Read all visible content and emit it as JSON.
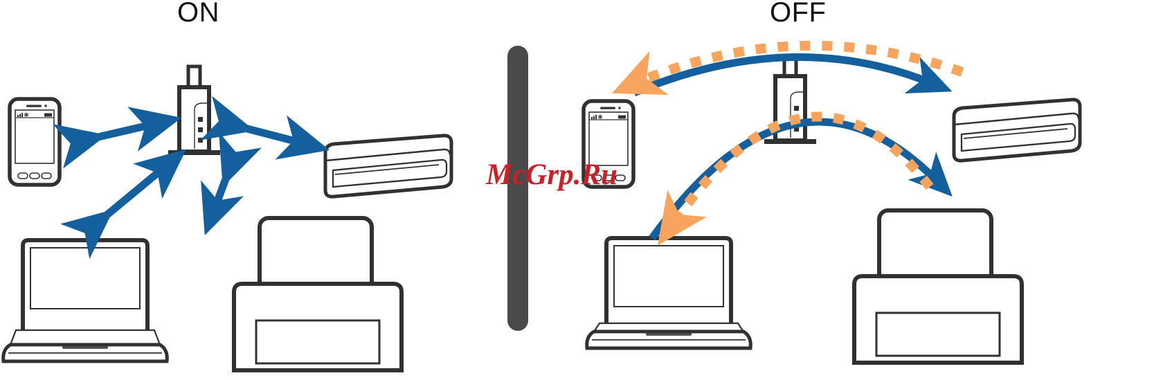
{
  "diagram": {
    "title_left": "ON",
    "title_right": "OFF",
    "watermark": "McGrp.Ru",
    "colors": {
      "arrow_blue": "#14609f",
      "arrow_orange": "#f9a45c",
      "device_outline": "#2f3133",
      "divider_gray": "#4a4a4a",
      "watermark_red": "#cc2026",
      "label_black": "#111111",
      "background": "#ffffff"
    },
    "panels": [
      {
        "id": "panel-on",
        "label": "ON",
        "connection_style": "bidirectional-straight-arrows-through-router",
        "devices": [
          {
            "name": "smartphone",
            "label": "smartphone"
          },
          {
            "name": "wireless-router",
            "label": "wireless router"
          },
          {
            "name": "scanner",
            "label": "scanner"
          },
          {
            "name": "laptop",
            "label": "laptop computer"
          },
          {
            "name": "printer",
            "label": "printer"
          }
        ],
        "links": [
          {
            "from": "smartphone",
            "to": "wireless-router",
            "type": "double-arrow",
            "color": "#14609f"
          },
          {
            "from": "wireless-router",
            "to": "scanner",
            "type": "double-arrow",
            "color": "#14609f"
          },
          {
            "from": "laptop",
            "to": "wireless-router",
            "type": "double-arrow",
            "color": "#14609f"
          },
          {
            "from": "wireless-router",
            "to": "printer",
            "type": "double-arrow",
            "color": "#14609f"
          }
        ]
      },
      {
        "id": "panel-off",
        "label": "OFF",
        "connection_style": "curved-arcs-bypassing-router",
        "devices": [
          {
            "name": "smartphone",
            "label": "smartphone"
          },
          {
            "name": "wireless-router",
            "label": "wireless router"
          },
          {
            "name": "scanner",
            "label": "scanner"
          },
          {
            "name": "laptop",
            "label": "laptop computer"
          },
          {
            "name": "printer",
            "label": "printer"
          }
        ],
        "links": [
          {
            "from": "smartphone",
            "to": "scanner",
            "type": "curved-arrow-solid",
            "color": "#14609f"
          },
          {
            "from": "laptop",
            "to": "printer",
            "type": "curved-arrow-solid",
            "color": "#14609f"
          },
          {
            "from": "scanner",
            "to": "smartphone",
            "type": "curved-arrow-dotted",
            "color": "#f9a45c"
          },
          {
            "from": "printer",
            "to": "laptop",
            "type": "curved-arrow-dotted",
            "color": "#f9a45c"
          }
        ]
      }
    ],
    "divider": {
      "name": "panel-divider",
      "orientation": "vertical"
    }
  }
}
